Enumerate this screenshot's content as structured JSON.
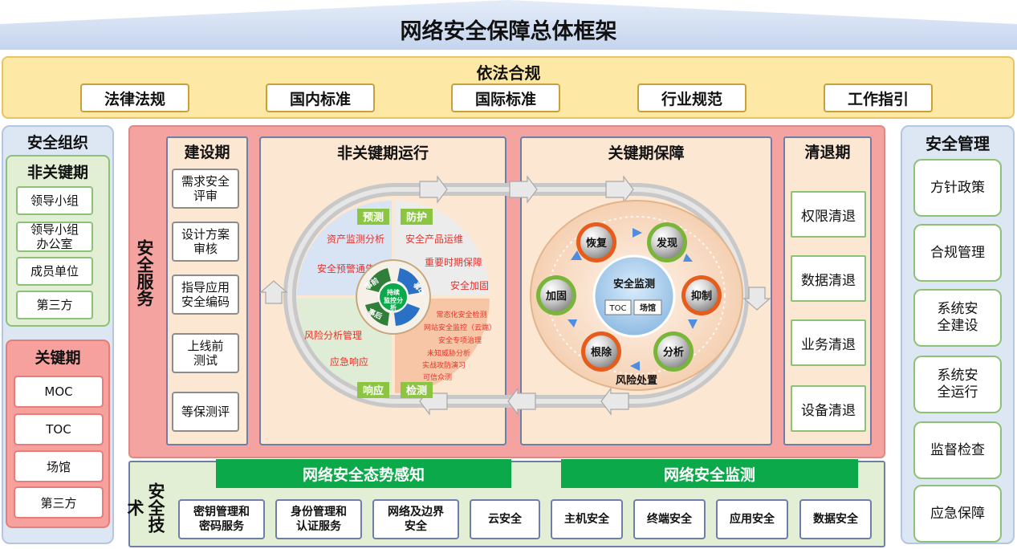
{
  "title": "网络安全保障总体框架",
  "compliance": {
    "title": "依法合规",
    "items": [
      "法律法规",
      "国内标准",
      "国际标准",
      "行业规范",
      "工作指引"
    ]
  },
  "organization": {
    "title": "安全组织",
    "non_key_period": {
      "title": "非关键期",
      "items": [
        "领导小组",
        "领导小组办公室",
        "成员单位",
        "第三方"
      ]
    },
    "key_period": {
      "title": "关键期",
      "items": [
        "MOC",
        "TOC",
        "场馆",
        "第三方"
      ]
    }
  },
  "management": {
    "title": "安全管理",
    "items": [
      "方针政策",
      "合规管理",
      "系统安全建设",
      "系统安全运行",
      "监督检查",
      "应急保障"
    ]
  },
  "service": {
    "label": "安全服务",
    "construction": {
      "title": "建设期",
      "items": [
        "需求安全评审",
        "设计方案审核",
        "指导应用安全编码",
        "上线前测试",
        "等保测评"
      ]
    },
    "non_key_operation": {
      "title": "非关键期运行",
      "center_label": "持续监控分析",
      "before_label": "事前",
      "during_label": "事中",
      "after_label": "事后",
      "quadrants": {
        "predict": {
          "tag": "预测",
          "items": [
            "资产监测分析",
            "安全预警通告"
          ]
        },
        "protect": {
          "tag": "防护",
          "items": [
            "安全产品运维",
            "重要时期保障",
            "安全加固"
          ]
        },
        "respond": {
          "tag": "响应",
          "items": [
            "风险分析管理",
            "应急响应"
          ]
        },
        "detect": {
          "tag": "检测",
          "items": [
            "常态化安全检测",
            "网站安全监控（云端）",
            "安全专项治理",
            "未知威胁分析",
            "实战攻防演习",
            "可信众测"
          ]
        }
      }
    },
    "key_guarantee": {
      "title": "关键期保障",
      "center_title": "安全监测",
      "center_tags": [
        "TOC",
        "场馆"
      ],
      "cycle": [
        "发现",
        "抑制",
        "分析",
        "根除",
        "加固",
        "恢复"
      ],
      "bottom_label": "风险处置"
    },
    "retirement": {
      "title": "清退期",
      "items": [
        "权限清退",
        "数据清退",
        "业务清退",
        "设备清退"
      ]
    }
  },
  "technology": {
    "label": "安全技术",
    "bars": [
      "网络安全态势感知",
      "网络安全监测"
    ],
    "items": [
      "密钥管理和密码服务",
      "身份管理和认证服务",
      "网络及边界安全",
      "云安全",
      "主机安全",
      "终端安全",
      "应用安全",
      "数据安全"
    ]
  },
  "colors": {
    "compliance_bg": "#fde8a6",
    "service_bg": "#f5a3a0",
    "phase_bg": "#fce7d3",
    "org_bg": "#dde6f3",
    "tech_bg": "#e2efd5",
    "accent_green": "#0ca94a",
    "red_text": "#e8312a"
  }
}
